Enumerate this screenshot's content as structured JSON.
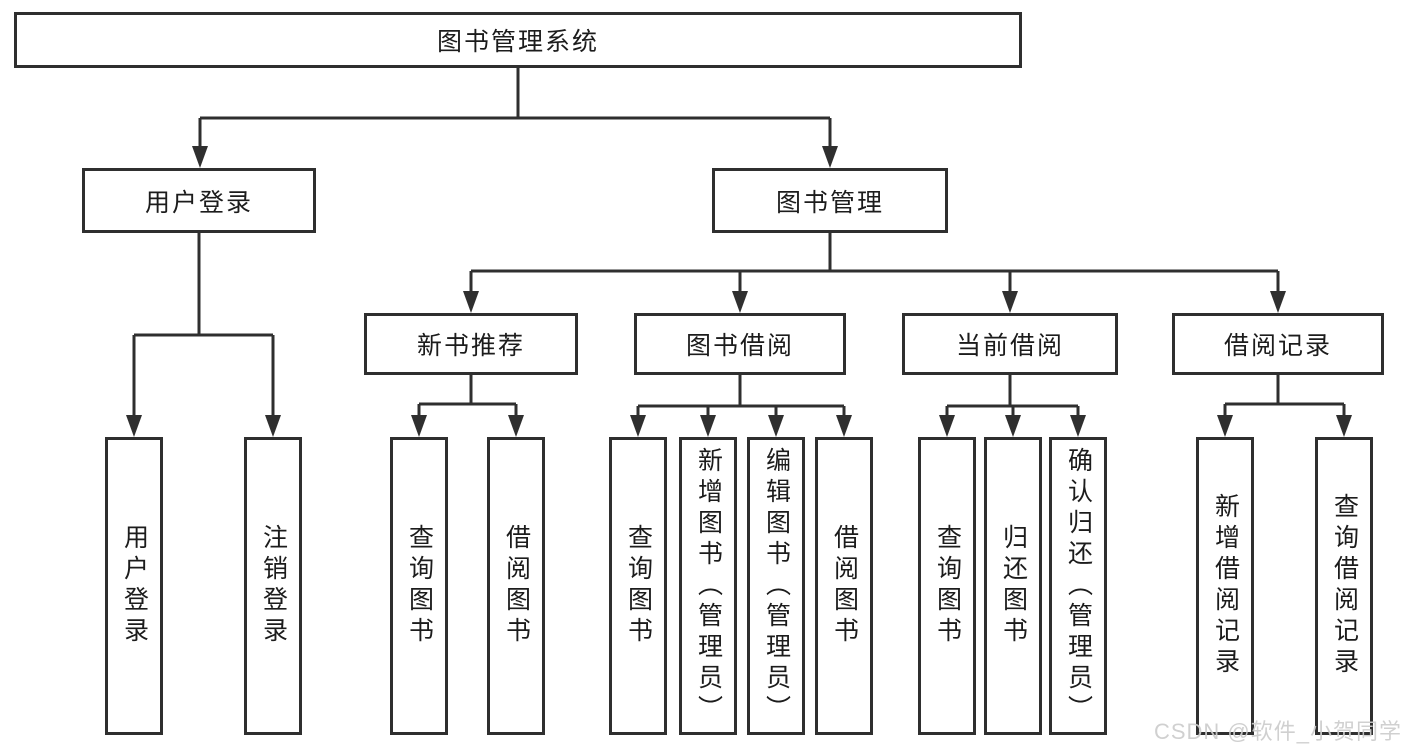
{
  "root": {
    "label": "图书管理系统"
  },
  "level2": [
    {
      "label": "用户登录",
      "children": [
        "用户登录",
        "注销登录"
      ]
    },
    {
      "label": "图书管理"
    }
  ],
  "level3": [
    {
      "label": "新书推荐",
      "children": [
        "查询图书",
        "借阅图书"
      ]
    },
    {
      "label": "图书借阅",
      "children": [
        "查询图书",
        "新增图书（管理员）",
        "编辑图书（管理员）",
        "借阅图书"
      ]
    },
    {
      "label": "当前借阅",
      "children": [
        "查询图书",
        "归还图书",
        "确认归还（管理员）"
      ]
    },
    {
      "label": "借阅记录",
      "children": [
        "新增借阅记录",
        "查询借阅记录"
      ]
    }
  ],
  "watermark": "CSDN @软件_小贺同学",
  "colors": {
    "line": "#2f2f2f",
    "text": "#1c1c1c",
    "background": "#ffffff",
    "watermark": "#cdcdcd"
  }
}
